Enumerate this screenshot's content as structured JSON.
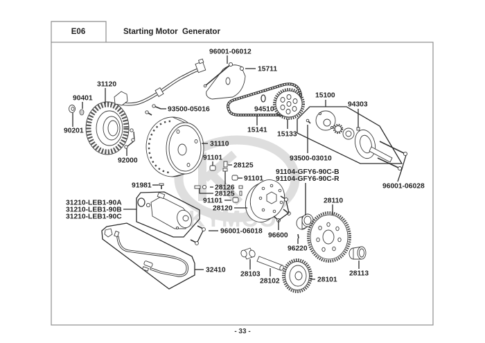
{
  "header": {
    "section_code": "E06",
    "section_title": "Starting Motor  Generator"
  },
  "diagram": {
    "watermark_text": "KYMCO",
    "callouts": [
      {
        "part_no": "96001-06012"
      },
      {
        "part_no": "15711"
      },
      {
        "part_no": "31120"
      },
      {
        "part_no": "90401"
      },
      {
        "part_no": "93500-05016"
      },
      {
        "part_no": "94510"
      },
      {
        "part_no": "15100"
      },
      {
        "part_no": "94303"
      },
      {
        "part_no": "90201"
      },
      {
        "part_no": "15141"
      },
      {
        "part_no": "15133"
      },
      {
        "part_no": "31110"
      },
      {
        "part_no": "92000"
      },
      {
        "part_no": "93500-03010"
      },
      {
        "part_no": "91101"
      },
      {
        "part_no": "28125"
      },
      {
        "part_no": "91104-GFY6-90C-B"
      },
      {
        "part_no": "91104-GFY6-90C-R"
      },
      {
        "part_no": "96001-06028"
      },
      {
        "part_no": "91981"
      },
      {
        "part_no": "91101"
      },
      {
        "part_no": "28126"
      },
      {
        "part_no": "28125"
      },
      {
        "part_no": "31210-LEB1-90A"
      },
      {
        "part_no": "31210-LEB1-90B"
      },
      {
        "part_no": "31210-LEB1-90C"
      },
      {
        "part_no": "91101"
      },
      {
        "part_no": "28110"
      },
      {
        "part_no": "28120"
      },
      {
        "part_no": "96001-06018"
      },
      {
        "part_no": "96600"
      },
      {
        "part_no": "96220"
      },
      {
        "part_no": "32410"
      },
      {
        "part_no": "28103"
      },
      {
        "part_no": "28113"
      },
      {
        "part_no": "28102"
      },
      {
        "part_no": "28101"
      }
    ]
  },
  "footer": {
    "page_number": "- 33 -"
  }
}
